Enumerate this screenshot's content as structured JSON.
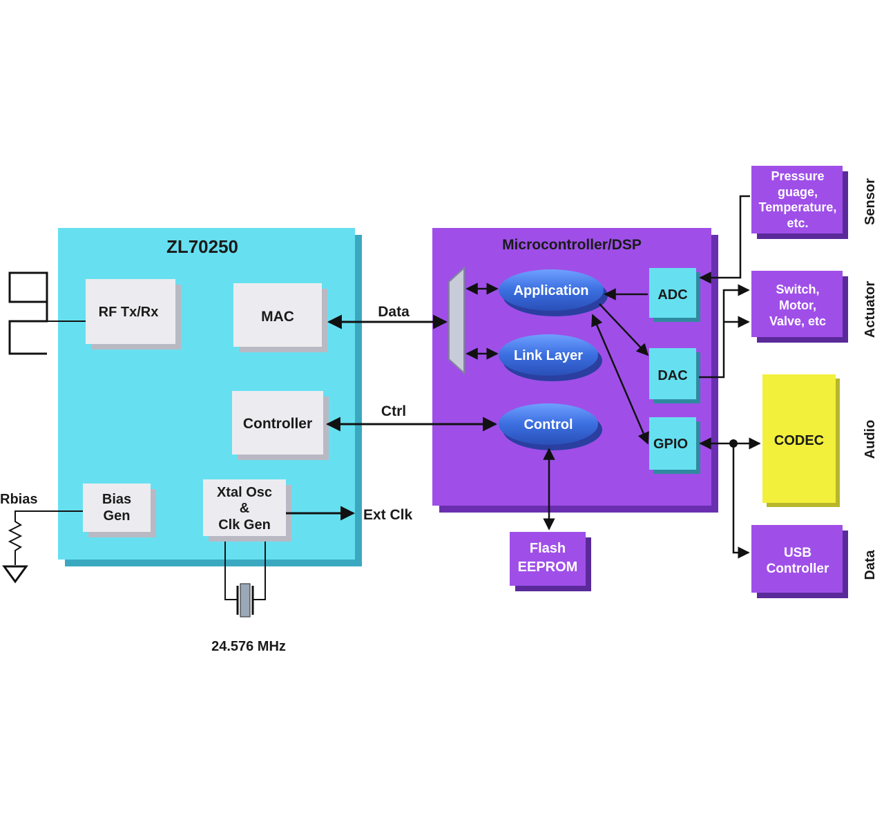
{
  "zl_chip": {
    "title": "ZL70250",
    "fill": "#66e0f0"
  },
  "mcu": {
    "title": "Microcontroller/DSP",
    "fill": "#9f4fe8"
  },
  "blocks": {
    "rf": "RF Tx/Rx",
    "mac": "MAC",
    "controller": "Controller",
    "bias_line1": "Bias",
    "bias_line2": "Gen",
    "xtal_line1": "Xtal Osc",
    "xtal_line2": "&",
    "xtal_line3": "Clk Gen",
    "application": "Application",
    "link_layer": "Link Layer",
    "control": "Control",
    "adc": "ADC",
    "dac": "DAC",
    "gpio": "GPIO",
    "flash_line1": "Flash",
    "flash_line2": "EEPROM",
    "pressure_line1": "Pressure",
    "pressure_line2": "guage,",
    "pressure_line3": "Temperature,",
    "pressure_line4": "etc.",
    "switch_line1": "Switch,",
    "switch_line2": "Motor,",
    "switch_line3": "Valve, etc",
    "codec": "CODEC",
    "usb_line1": "USB",
    "usb_line2": "Controller"
  },
  "signals": {
    "data": "Data",
    "ctrl": "Ctrl",
    "ext_clk": "Ext Clk",
    "rbias": "Rbias",
    "crystal": "24.576 MHz"
  },
  "categories": {
    "sensor": "Sensor",
    "actuator": "Actuator",
    "audio": "Audio",
    "data": "Data"
  },
  "colors": {
    "cyan": "#66e0f0",
    "purple": "#9f4fe8",
    "gray_block": "#ececf0",
    "ellipse": "#3b6fe0",
    "yellow": "#f2f03a",
    "line": "#111111"
  }
}
